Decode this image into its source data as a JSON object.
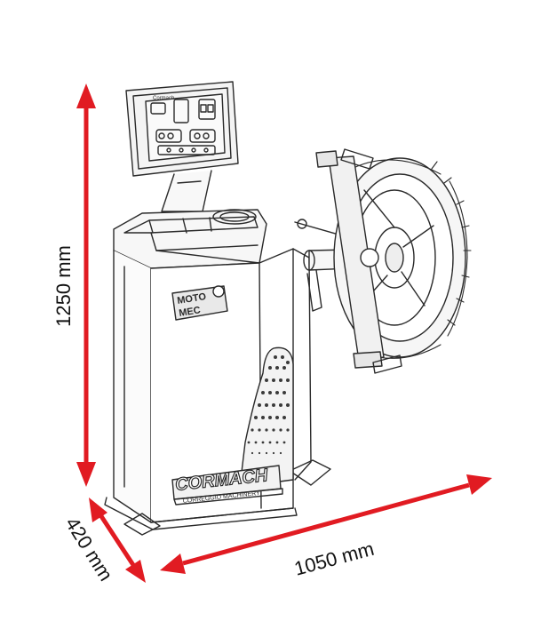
{
  "dimensions": {
    "height": "1250 mm",
    "depth": "420 mm",
    "width": "1050 mm"
  },
  "branding": {
    "side_logo_line1": "MOTO",
    "side_logo_line2": "MEC",
    "main_logo": "CORMACH",
    "main_logo_subtitle": "CORREGGIO MACHINERY",
    "screen_label": "Cormach"
  },
  "colors": {
    "arrow": "#e11b22",
    "line": "#2a2a2a"
  }
}
